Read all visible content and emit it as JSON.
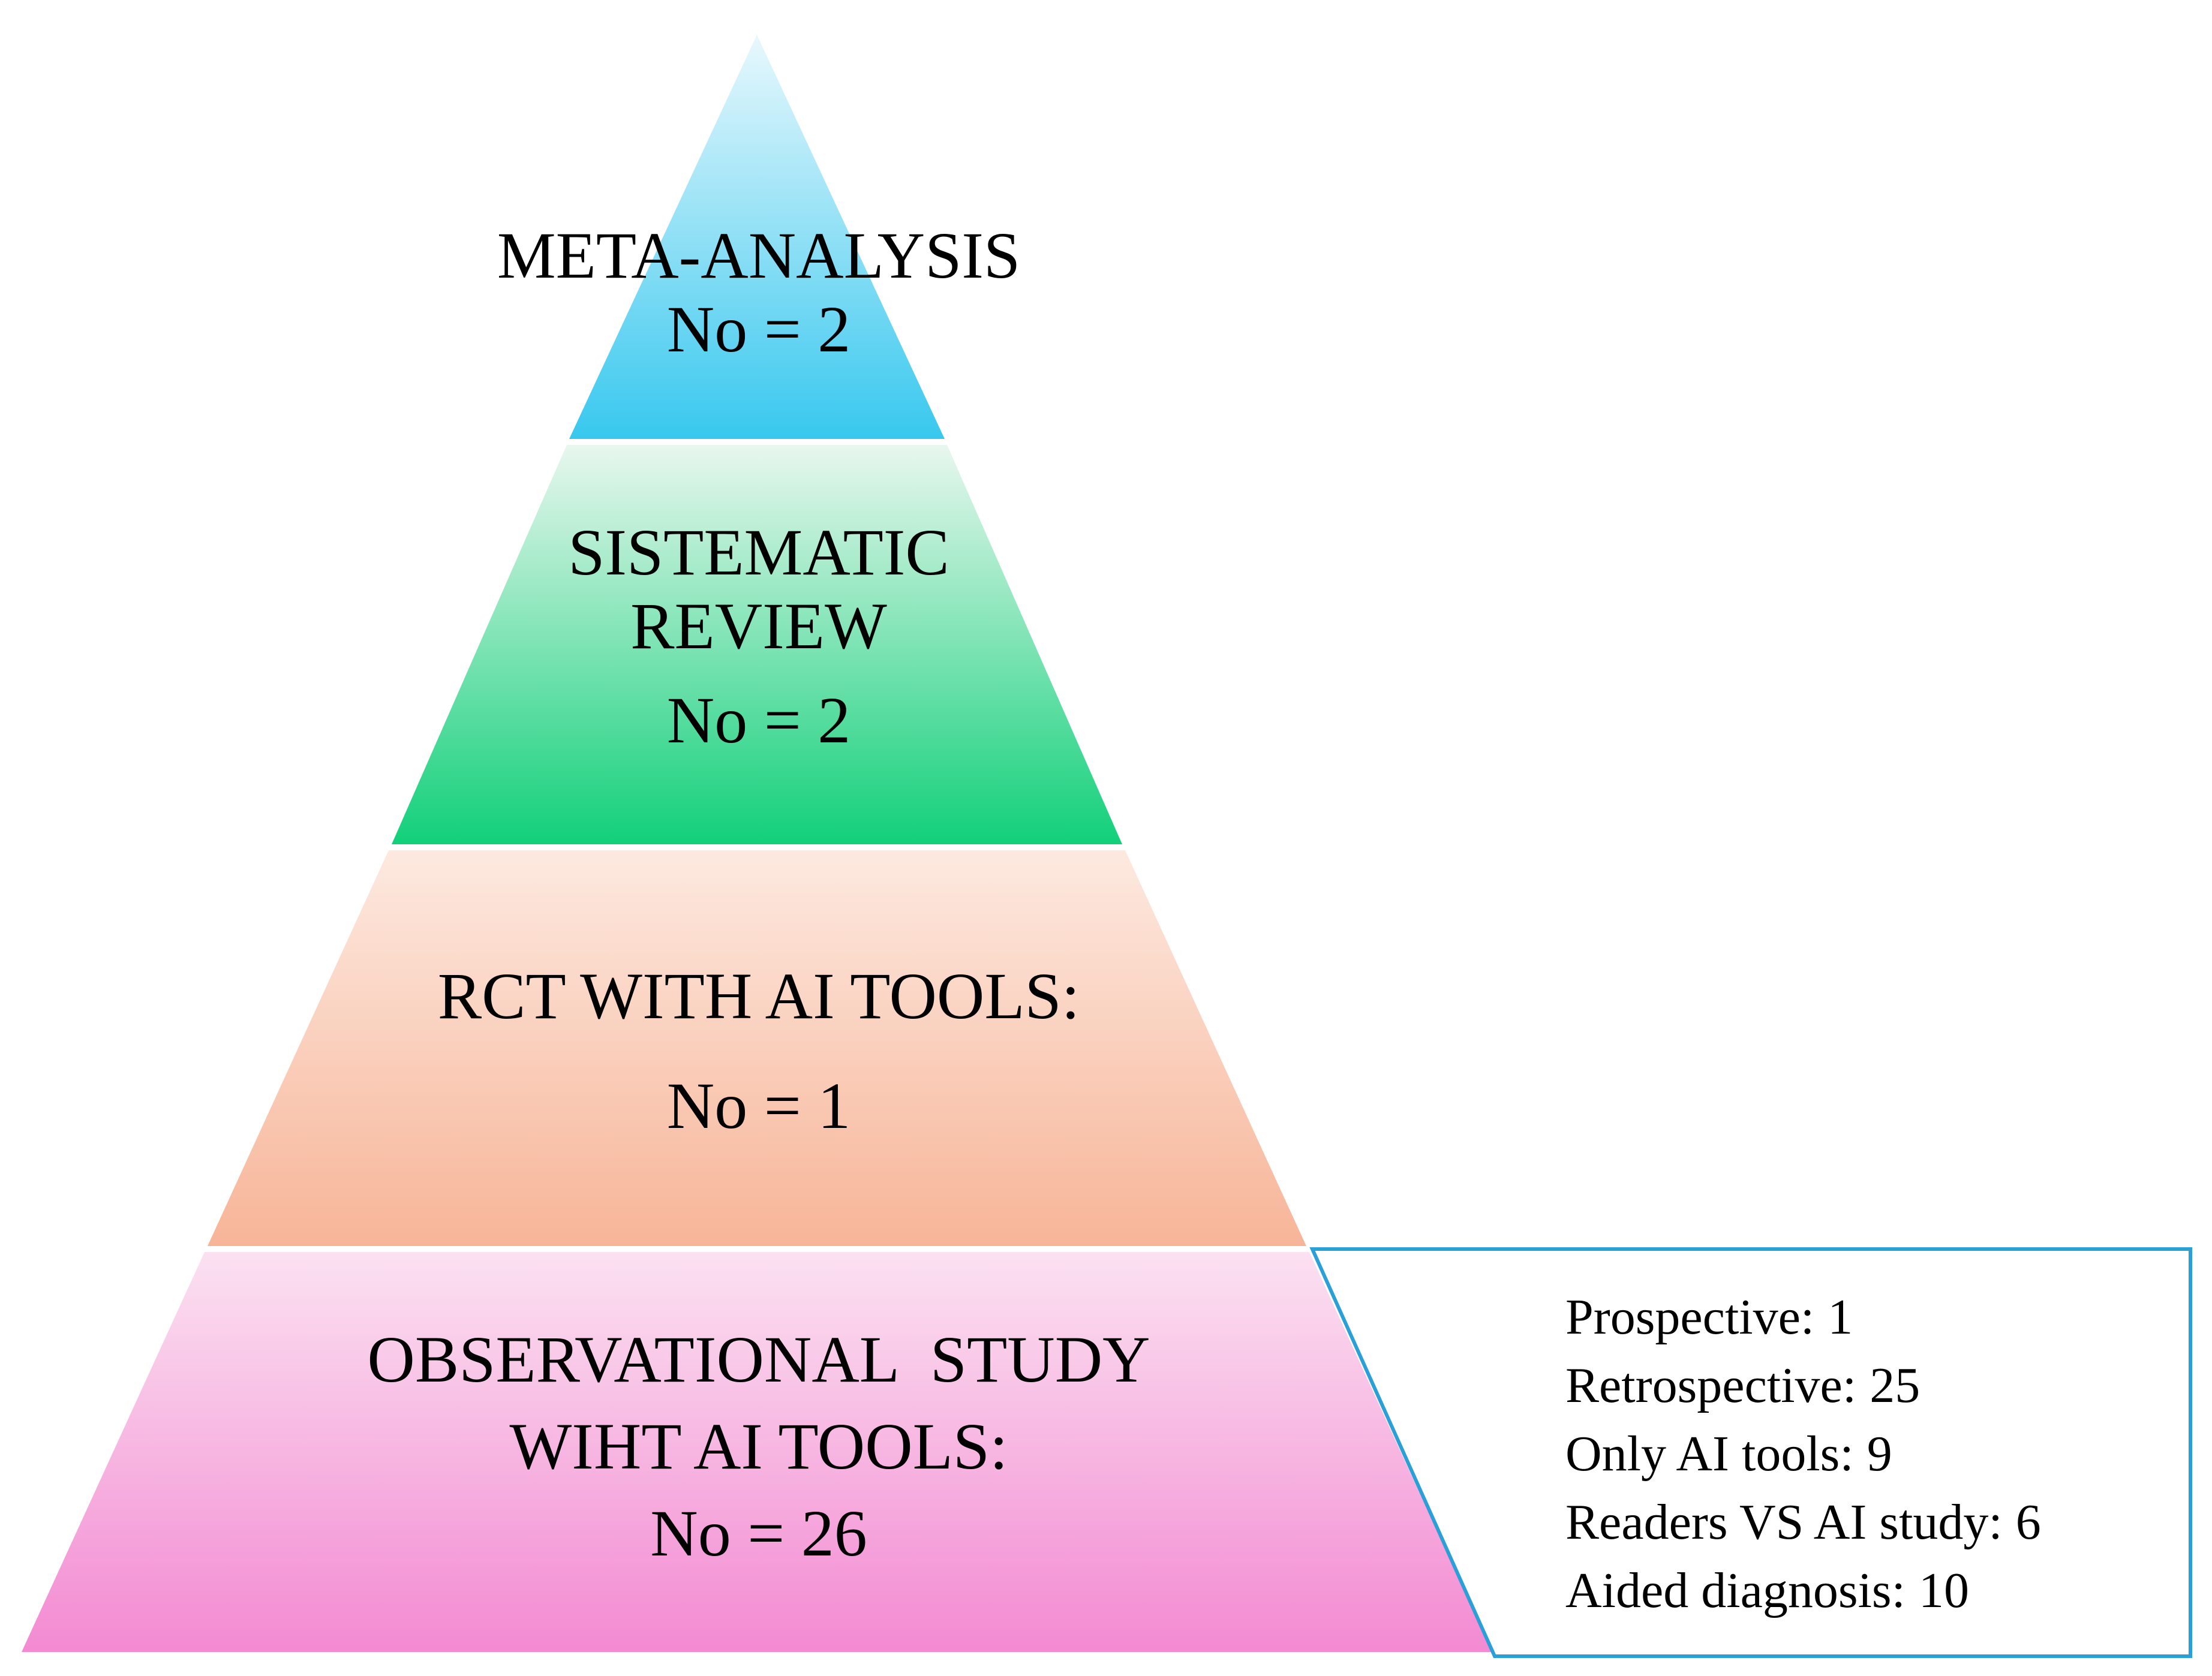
{
  "tiers": [
    {
      "id": "meta-analysis",
      "lines": [
        "META-ANALYSIS"
      ],
      "count": "No = 2",
      "colors": {
        "top": "#e8f8fd",
        "bottom": "#38c8ee"
      }
    },
    {
      "id": "systematic-review",
      "lines": [
        "SISTEMATIC",
        "REVIEW"
      ],
      "count": "No = 2",
      "colors": {
        "top": "#e8f7ee",
        "bottom": "#12d07a"
      }
    },
    {
      "id": "rct",
      "lines": [
        "RCT WITH AI TOOLS:"
      ],
      "count": "No = 1",
      "colors": {
        "top": "#fde9e0",
        "bottom": "#f7b598"
      }
    },
    {
      "id": "observational",
      "lines": [
        "OBSERVATIONAL  STUDY",
        "WIHT AI TOOLS:"
      ],
      "count": "No = 26",
      "colors": {
        "top": "#fbe1f1",
        "bottom": "#f38ad2"
      }
    }
  ],
  "details": {
    "border_color": "#2b9fd7",
    "items": [
      {
        "label": "Prospective:",
        "value": "1"
      },
      {
        "label": "Retrospective:",
        "value": "25"
      },
      {
        "label": "Only AI tools:",
        "value": "9"
      },
      {
        "label": "Readers VS AI study:",
        "value": "6"
      },
      {
        "label": "Aided diagnosis:",
        "value": "10"
      }
    ]
  }
}
